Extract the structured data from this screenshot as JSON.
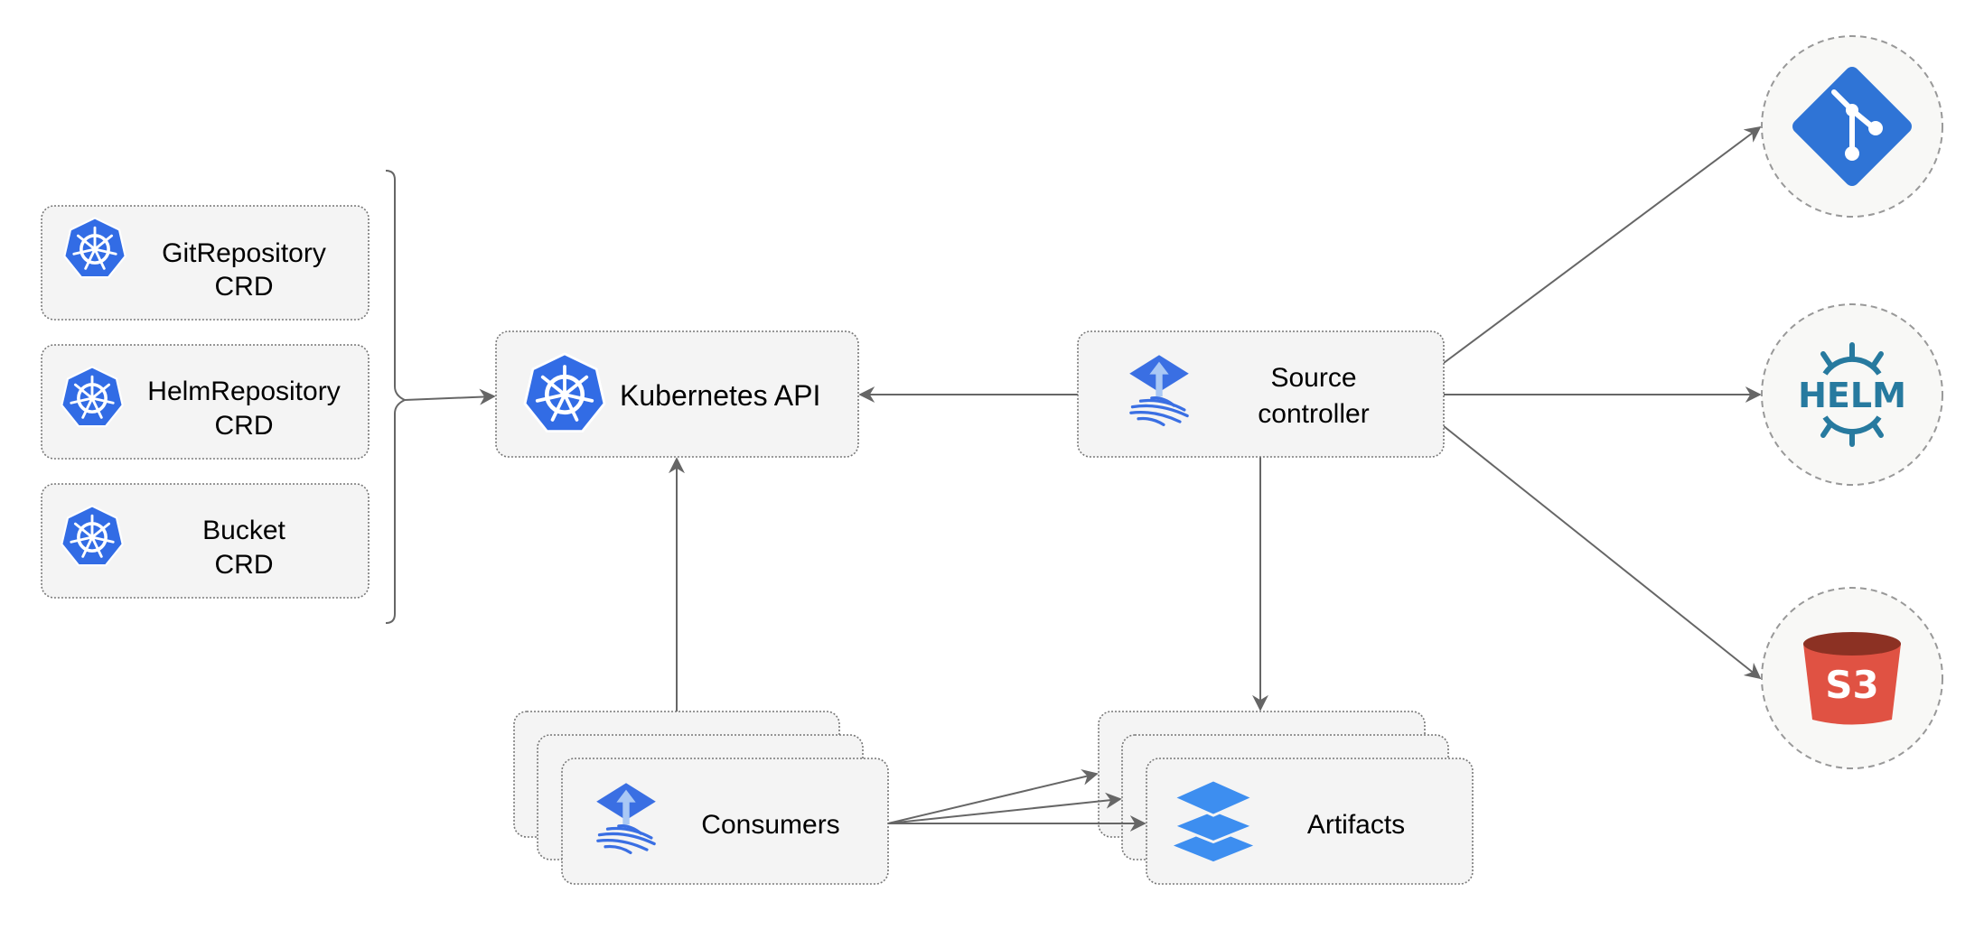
{
  "nodes": {
    "git_crd": {
      "line1": "GitRepository",
      "line2": "CRD",
      "icon": "kubernetes-icon"
    },
    "helm_crd": {
      "line1": "HelmRepository",
      "line2": "CRD",
      "icon": "kubernetes-icon"
    },
    "bucket_crd": {
      "line1": "Bucket",
      "line2": "CRD",
      "icon": "kubernetes-icon"
    },
    "kube_api": {
      "label": "Kubernetes API",
      "icon": "kubernetes-icon"
    },
    "source_controller": {
      "line1": "Source",
      "line2": "controller",
      "icon": "flux-icon"
    },
    "consumers": {
      "label": "Consumers",
      "icon": "flux-icon"
    },
    "artifacts": {
      "label": "Artifacts",
      "icon": "layers-icon"
    },
    "git_source": {
      "icon": "git-icon"
    },
    "helm_source": {
      "icon": "helm-icon",
      "text": "HELM"
    },
    "s3_source": {
      "icon": "s3-icon",
      "text": "S3"
    }
  },
  "edges": [
    {
      "from": "crds",
      "to": "kube_api"
    },
    {
      "from": "source_controller",
      "to": "kube_api"
    },
    {
      "from": "consumers",
      "to": "kube_api"
    },
    {
      "from": "source_controller",
      "to": "artifacts"
    },
    {
      "from": "source_controller",
      "to": "git_source"
    },
    {
      "from": "source_controller",
      "to": "helm_source"
    },
    {
      "from": "source_controller",
      "to": "s3_source"
    },
    {
      "from": "consumers",
      "to": "artifacts"
    }
  ],
  "colors": {
    "kubernetes": "#326ce5",
    "flux": "#3a6fe3",
    "git": "#2f74d6",
    "helm": "#277a9f",
    "s3_body": "#e05243",
    "s3_top": "#8c3123",
    "artifacts": "#3d8ef0"
  }
}
